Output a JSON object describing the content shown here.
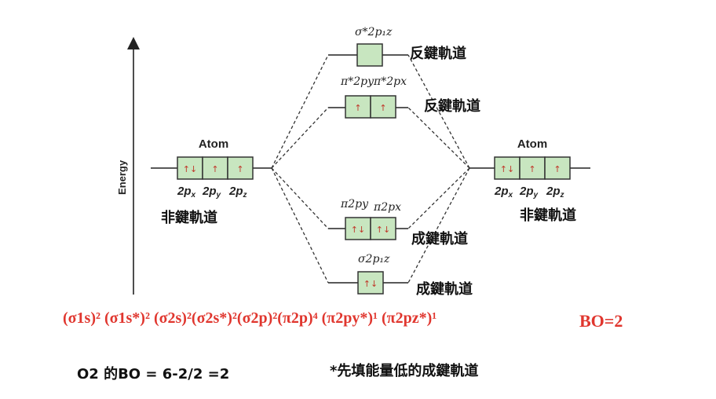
{
  "axis": {
    "label": "Energy"
  },
  "atoms": {
    "left": {
      "title": "Atom",
      "sublabels": [
        "2p",
        "2p",
        "2p"
      ],
      "subscripts": [
        "x",
        "y",
        "z"
      ],
      "electrons": [
        "↑↓",
        "↑",
        "↑"
      ],
      "category": "非鍵軌道"
    },
    "right": {
      "title": "Atom",
      "sublabels": [
        "2p",
        "2p",
        "2p"
      ],
      "subscripts": [
        "x",
        "y",
        "z"
      ],
      "electrons": [
        "↑↓",
        "↑",
        "↑"
      ],
      "category": "非鍵軌道"
    }
  },
  "molecular_orbitals": {
    "sigma_star": {
      "label": "σ*2p₁z",
      "electrons": [
        ""
      ],
      "category": "反鍵軌道"
    },
    "pi_star": {
      "labels": [
        "π*2py",
        "π*2px"
      ],
      "electrons": [
        "↑",
        "↑"
      ],
      "category": "反鍵軌道"
    },
    "pi": {
      "labels": [
        "π2py",
        "π2px"
      ],
      "electrons": [
        "↑↓",
        "↑↓"
      ],
      "category": "成鍵軌道"
    },
    "sigma": {
      "label": "σ2p₁z",
      "electrons": [
        "↑↓"
      ],
      "category": "成鍵軌道"
    }
  },
  "configuration": "(σ1s)² (σ1s*)² (σ2s)²(σ2s*)²(σ2p)²(π2p)⁴ (π2py*)¹ (π2pz*)¹",
  "bond_order_label": "BO=2",
  "bond_order_calc": "O2  的BO = 6-2/2 =2",
  "note": "*先填能量低的成鍵軌道",
  "colors": {
    "box": "#c8e6c0",
    "electron": "#c0392b",
    "formula": "#e0362e"
  }
}
